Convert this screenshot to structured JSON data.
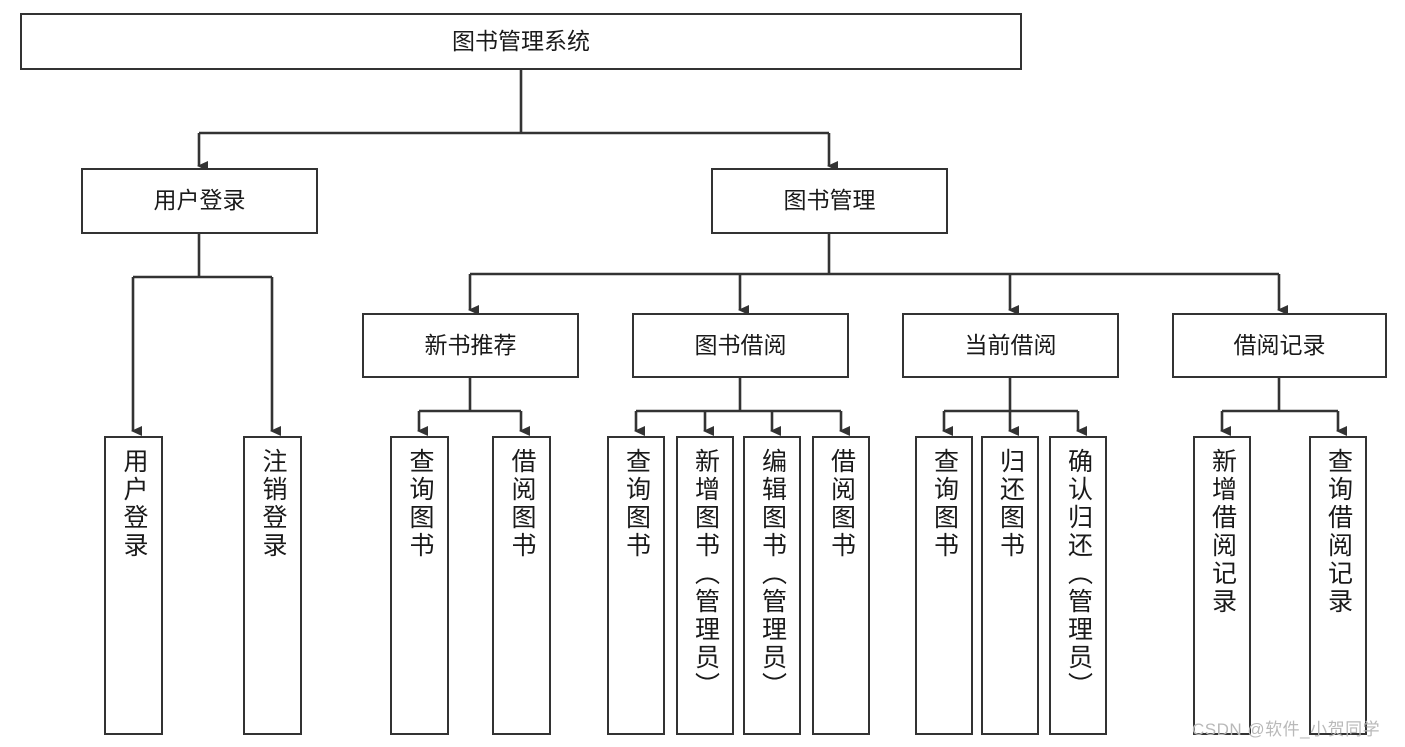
{
  "diagram": {
    "title": "图书管理系统",
    "type": "tree-hierarchy-chart",
    "watermark": "CSDN @软件_小贺同学",
    "line_color": "#333333",
    "box_fill": "#ffffff",
    "text_color": "#1a1a1a",
    "nodes": {
      "root": {
        "label": "图书管理系统"
      },
      "level1": [
        {
          "id": "user-login",
          "label": "用户登录"
        },
        {
          "id": "book-manage",
          "label": "图书管理"
        }
      ],
      "level2": [
        {
          "id": "new-book-rec",
          "label": "新书推荐"
        },
        {
          "id": "book-borrow",
          "label": "图书借阅"
        },
        {
          "id": "current-borrow",
          "label": "当前借阅"
        },
        {
          "id": "borrow-record",
          "label": "借阅记录"
        }
      ],
      "leaves": {
        "user_login": [
          {
            "id": "leaf-user-login",
            "label": "用户登录"
          },
          {
            "id": "leaf-logout",
            "label": "注销登录"
          }
        ],
        "new_book_rec": [
          {
            "id": "leaf-query-book-1",
            "label": "查询图书"
          },
          {
            "id": "leaf-borrow-book-1",
            "label": "借阅图书"
          }
        ],
        "book_borrow": [
          {
            "id": "leaf-query-book-2",
            "label": "查询图书"
          },
          {
            "id": "leaf-add-book",
            "label": "新增图书（管理员）"
          },
          {
            "id": "leaf-edit-book",
            "label": "编辑图书（管理员）"
          },
          {
            "id": "leaf-borrow-book-2",
            "label": "借阅图书"
          }
        ],
        "current_borrow": [
          {
            "id": "leaf-query-book-3",
            "label": "查询图书"
          },
          {
            "id": "leaf-return-book",
            "label": "归还图书"
          },
          {
            "id": "leaf-confirm-return",
            "label": "确认归还（管理员）"
          }
        ],
        "borrow_record": [
          {
            "id": "leaf-add-record",
            "label": "新增借阅记录"
          },
          {
            "id": "leaf-query-record",
            "label": "查询借阅记录"
          }
        ]
      }
    }
  }
}
